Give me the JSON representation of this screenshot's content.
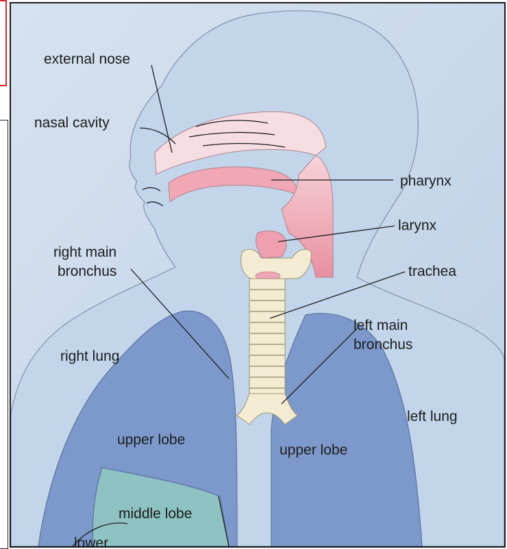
{
  "labels": {
    "external_nose": "external nose",
    "nasal_cavity": "nasal cavity",
    "pharynx": "pharynx",
    "larynx": "larynx",
    "right_main_bronchus_line1": "right main",
    "right_main_bronchus_line2": "bronchus",
    "trachea": "trachea",
    "left_main_bronchus_line1": "left main",
    "left_main_bronchus_line2": "bronchus",
    "right_lung": "right lung",
    "left_lung": "left lung",
    "upper_lobe_right": "upper lobe",
    "upper_lobe_left": "upper lobe",
    "middle_lobe": "middle lobe",
    "lower_lobe_partial": "lower"
  },
  "colors": {
    "background": "#c9d9ec",
    "body_silhouette": "#c3d5ea",
    "airway_pink": "#f2b7c2",
    "airway_deep": "#ea8e9e",
    "cartilage": "#f4ecd2",
    "lung_blue": "#7d99cb",
    "middle_lobe_teal": "#8fc2c3",
    "frame_red": "#d1262b"
  }
}
